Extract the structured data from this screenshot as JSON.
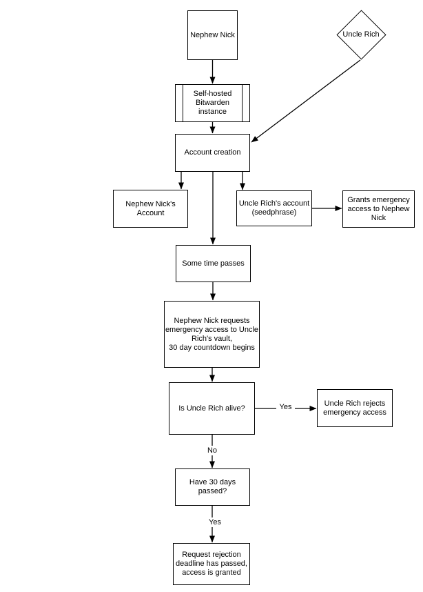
{
  "diagram": {
    "colors": {
      "background": "#ffffff",
      "node_fill": "#ffffff",
      "stroke": "#000000",
      "text": "#000000"
    },
    "nodes": [
      {
        "id": "nephew-nick",
        "shape": "rectangle",
        "label": [
          "Nephew Nick"
        ]
      },
      {
        "id": "uncle-rich",
        "shape": "diamond",
        "label": [
          "Uncle Rich"
        ]
      },
      {
        "id": "bitwarden-instance",
        "shape": "predefined-process",
        "label": [
          "Self-hosted",
          "Bitwarden",
          "instance"
        ]
      },
      {
        "id": "account-creation",
        "shape": "rectangle",
        "label": [
          "Account creation"
        ]
      },
      {
        "id": "nephew-nicks-account",
        "shape": "rectangle",
        "label": [
          "Nephew Nick's",
          "Account"
        ]
      },
      {
        "id": "uncle-richs-account",
        "shape": "rectangle",
        "label": [
          "Uncle Rich's account",
          "(seedphrase)"
        ]
      },
      {
        "id": "grants-emergency-access",
        "shape": "rectangle",
        "label": [
          "Grants emergency",
          "access to Nephew",
          "Nick"
        ]
      },
      {
        "id": "some-time-passes",
        "shape": "rectangle",
        "label": [
          "Some time passes"
        ]
      },
      {
        "id": "request-emergency-access",
        "shape": "rectangle",
        "label": [
          "Nephew Nick requests",
          "emergency access to Uncle",
          "Rich's vault,",
          "30 day countdown begins"
        ]
      },
      {
        "id": "is-uncle-rich-alive",
        "shape": "rectangle",
        "label": [
          "Is Uncle Rich alive?"
        ]
      },
      {
        "id": "rejects-emergency-access",
        "shape": "rectangle",
        "label": [
          "Uncle Rich rejects",
          "emergency access"
        ]
      },
      {
        "id": "have-30-days-passed",
        "shape": "rectangle",
        "label": [
          "Have 30 days",
          "passed?"
        ]
      },
      {
        "id": "access-granted",
        "shape": "rectangle",
        "label": [
          "Request rejection",
          "deadline has passed,",
          "access is granted"
        ]
      }
    ],
    "edges": [
      {
        "from": "nephew-nick",
        "to": "bitwarden-instance",
        "label": ""
      },
      {
        "from": "bitwarden-instance",
        "to": "account-creation",
        "label": ""
      },
      {
        "from": "uncle-rich",
        "to": "account-creation",
        "label": ""
      },
      {
        "from": "account-creation",
        "to": "nephew-nicks-account",
        "label": ""
      },
      {
        "from": "account-creation",
        "to": "some-time-passes",
        "label": ""
      },
      {
        "from": "account-creation",
        "to": "uncle-richs-account",
        "label": ""
      },
      {
        "from": "uncle-richs-account",
        "to": "grants-emergency-access",
        "label": ""
      },
      {
        "from": "some-time-passes",
        "to": "request-emergency-access",
        "label": ""
      },
      {
        "from": "request-emergency-access",
        "to": "is-uncle-rich-alive",
        "label": ""
      },
      {
        "from": "is-uncle-rich-alive",
        "to": "rejects-emergency-access",
        "label": "Yes"
      },
      {
        "from": "is-uncle-rich-alive",
        "to": "have-30-days-passed",
        "label": "No"
      },
      {
        "from": "have-30-days-passed",
        "to": "access-granted",
        "label": "Yes"
      }
    ]
  }
}
